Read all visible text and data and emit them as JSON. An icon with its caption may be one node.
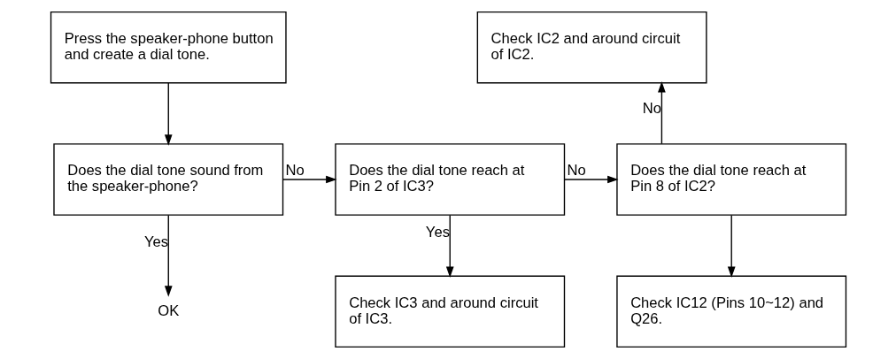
{
  "diagram": {
    "nodes": [
      {
        "text": [
          "Press the speaker-phone button and create a dial tone."
        ]
      },
      {
        "text": [
          "Does the dial tone sound from the speaker-phone?"
        ]
      },
      {
        "text": [
          "OK"
        ]
      },
      {
        "text": [
          "Does the dial tone reach at Pin 2 of IC3?"
        ]
      },
      {
        "text": [
          "Check IC3 and around circuit of IC3."
        ]
      },
      {
        "text": [
          "Check IC2 and around circuit of IC2."
        ]
      },
      {
        "text": [
          "Does the dial tone reach at Pin 8 of IC2?"
        ]
      },
      {
        "text": [
          "Check IC12 (Pins 10~12) and Q26."
        ]
      }
    ],
    "edges": [
      {
        "from": 0,
        "to": 1,
        "arrow": "to"
      },
      {
        "from": 1,
        "to": 2,
        "arrow": "to",
        "label": "Yes"
      },
      {
        "from": 1,
        "to": 3,
        "arrow": "to",
        "label": "No"
      },
      {
        "from": 3,
        "to": 4,
        "arrow": "to",
        "label": "Yes"
      },
      {
        "from": 3,
        "to": 6,
        "arrow": "to",
        "label": "No"
      },
      {
        "from": 6,
        "to": 5,
        "arrow": "to",
        "label": "No"
      },
      {
        "from": 6,
        "to": 7,
        "arrow": "to"
      }
    ]
  }
}
